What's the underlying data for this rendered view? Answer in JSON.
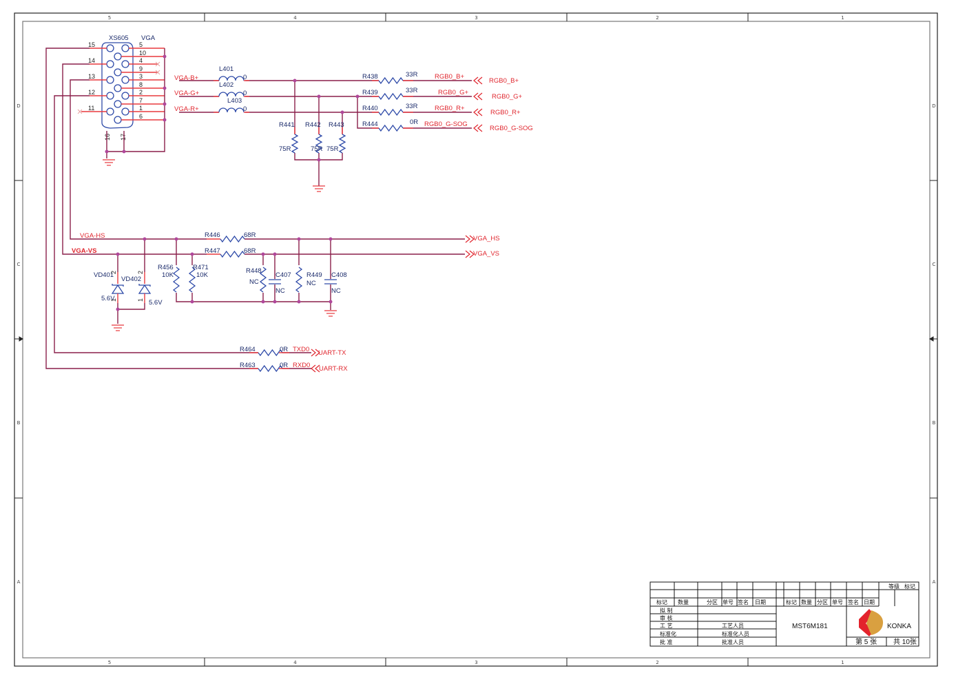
{
  "sheet": {
    "columns": [
      "5",
      "4",
      "3",
      "2",
      "1"
    ],
    "rows": [
      "D",
      "C",
      "B",
      "A"
    ]
  },
  "connector": {
    "ref": "XS605",
    "type": "VGA",
    "left_pins": [
      "15",
      "14",
      "13",
      "12",
      "11"
    ],
    "right_pins": [
      "5",
      "10",
      "4",
      "9",
      "3",
      "8",
      "2",
      "7",
      "1",
      "6"
    ],
    "shell_pins": [
      "16",
      "17"
    ]
  },
  "nets": {
    "vga_b": "VGA-B+",
    "vga_g": "VGA-G+",
    "vga_r": "VGA-R+",
    "vga_hs": "VGA-HS",
    "vga_vs": "VGA-VS"
  },
  "inductors": [
    {
      "ref": "L401",
      "value": "0"
    },
    {
      "ref": "L402",
      "value": "0"
    },
    {
      "ref": "L403",
      "value": "0"
    }
  ],
  "rgb_series": [
    {
      "ref": "R438",
      "value": "33R",
      "net": "RGB0_B+",
      "port": "RGB0_B+"
    },
    {
      "ref": "R439",
      "value": "33R",
      "net": "RGB0_G+",
      "port": "RGB0_G+"
    },
    {
      "ref": "R440",
      "value": "33R",
      "net": "RGB0_R+",
      "port": "RGB0_R+"
    },
    {
      "ref": "R444",
      "value": "0R",
      "net": "RGB0_G-SOG",
      "port": "RGB0_G-SOG"
    }
  ],
  "terminations": [
    {
      "ref": "R441",
      "value": "75R"
    },
    {
      "ref": "R442",
      "value": "75R"
    },
    {
      "ref": "R443",
      "value": "75R"
    }
  ],
  "sync": {
    "hs_res": {
      "ref": "R446",
      "value": "68R",
      "port": "VGA_HS"
    },
    "vs_res": {
      "ref": "R447",
      "value": "68R",
      "port": "VGA_VS"
    },
    "diodes": [
      {
        "ref": "VD401",
        "value": "5.6V",
        "pin_a": "2",
        "pin_k": "1"
      },
      {
        "ref": "VD402",
        "value": "5.6V",
        "pin_a": "2",
        "pin_k": "1"
      }
    ],
    "pullups": [
      {
        "ref": "R456",
        "value": "10K"
      },
      {
        "ref": "R471",
        "value": "10K"
      }
    ],
    "vs_filter": {
      "res": {
        "ref": "R448",
        "value": "NC"
      },
      "cap": {
        "ref": "C407",
        "value": "NC"
      }
    },
    "hs_filter": {
      "res": {
        "ref": "R449",
        "value": "NC"
      },
      "cap": {
        "ref": "C408",
        "value": "NC"
      }
    }
  },
  "uart": [
    {
      "ref": "R464",
      "value": "0R",
      "net": "TXD0",
      "port": "UART-TX"
    },
    {
      "ref": "R463",
      "value": "0R",
      "net": "RXD0",
      "port": "UART-RX"
    }
  ],
  "title_block": {
    "grade_label": "等级",
    "mark_label": "标记",
    "rev_headers": [
      "标记",
      "数量",
      "分区",
      "单号",
      "签名",
      "日期"
    ],
    "rev_headers_right": [
      "标记",
      "数量",
      "分区",
      "单号",
      "签名",
      "日期"
    ],
    "roles": [
      "拟 制",
      "审 核",
      "工 艺",
      "标准化",
      "批 准"
    ],
    "role_names": [
      "",
      "",
      "工艺人员",
      "标准化人员",
      "批准人员"
    ],
    "drawing_title": "MST6M181",
    "company": "KONKA",
    "sheet_label": "第 5 张",
    "total_label": "共 10张",
    "logo_colors": {
      "red": "#e3232c",
      "gold": "#d9a040"
    }
  }
}
